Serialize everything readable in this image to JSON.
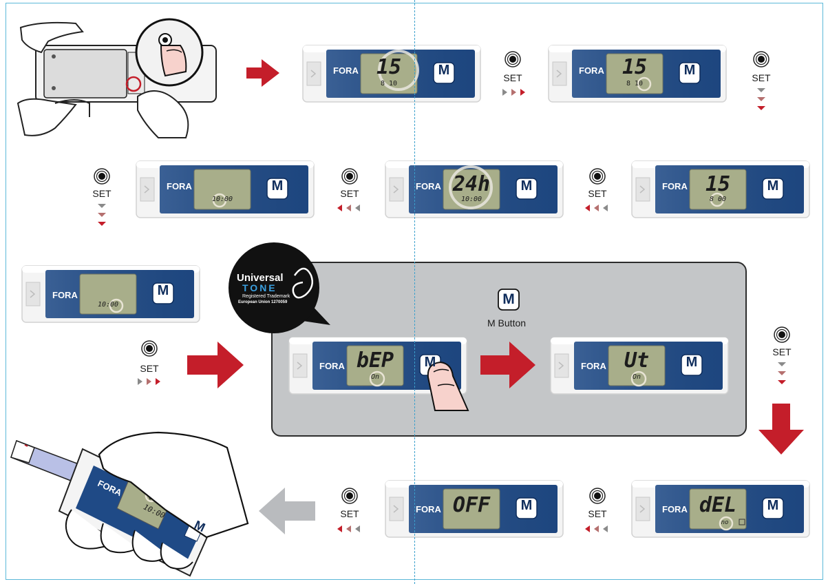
{
  "brand": "FORA",
  "set_label": "SET",
  "m_label": "M",
  "m_button_label": "M Button",
  "badge": {
    "line1": "Universal",
    "line2": "TONE",
    "line3": "Registered Trademark",
    "line4": "European Union 1270059"
  },
  "screens": {
    "s1": {
      "main": "15",
      "sub": "8 10"
    },
    "s2": {
      "main": "15",
      "sub": "8 10"
    },
    "s3": {
      "main": "",
      "sub": "10:00"
    },
    "s4": {
      "main": "24h",
      "sub": "10:00"
    },
    "s5": {
      "main": "15",
      "sub": "8 00"
    },
    "s6": {
      "main": "",
      "sub": "10:00"
    },
    "s7": {
      "main": "bEP",
      "sub": "On"
    },
    "s8": {
      "main": "Ut",
      "sub": "On"
    },
    "s9": {
      "main": "OFF",
      "sub": ""
    },
    "s10": {
      "main": "dEL",
      "sub": "no"
    },
    "s11": {
      "main": "",
      "sub": "10:00"
    }
  },
  "colors": {
    "arrow_red": "#c41e2a",
    "arrow_gray": "#b9bbbe",
    "meter_blue": "#1f4a86",
    "lcd_green": "#a8ae8a",
    "panel_gray": "#c4c6c8"
  }
}
